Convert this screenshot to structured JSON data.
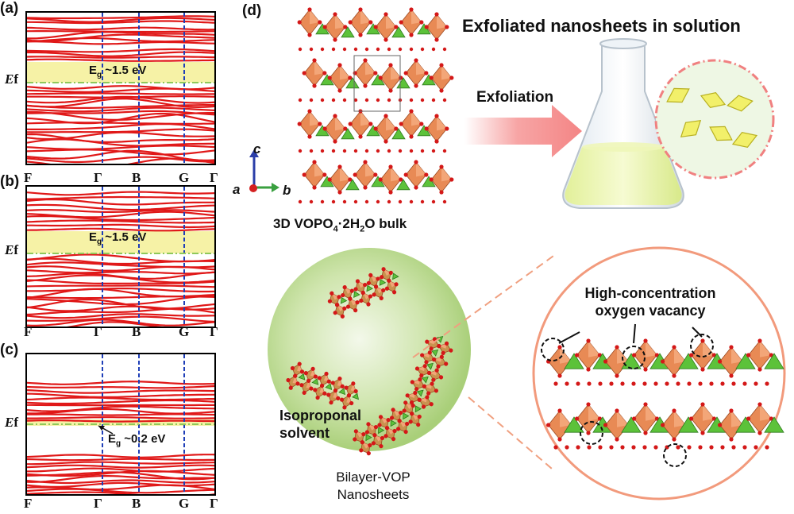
{
  "panels": {
    "a": {
      "label": "(a)",
      "gap_label": "E",
      "gap_sub": "g",
      "gap_value": " ~1.5 eV",
      "fermi_label": "E",
      "fermi_sub": "f"
    },
    "b": {
      "label": "(b)",
      "gap_label": "E",
      "gap_sub": "g",
      "gap_value": " ~1.5 eV",
      "fermi_label": "E",
      "fermi_sub": "f"
    },
    "c": {
      "label": "(c)",
      "gap_label": "E",
      "gap_sub": "g",
      "gap_value": " ~0.2 eV",
      "fermi_label": "E",
      "fermi_sub": "f"
    },
    "d": {
      "label": "(d)"
    }
  },
  "kpath": [
    "F",
    "Γ",
    "B",
    "G",
    "Γ"
  ],
  "colors": {
    "band_line": "#e01818",
    "gap_fill": "#f6f2a6",
    "kpath_line": "#1f3fb8",
    "fermi_line": "#8fc85a",
    "arrow_pink": "#f28b8b",
    "green_sphere": "#b8d98a",
    "orange_octa": "#e88a55",
    "green_tetra": "#5cc23a",
    "oxygen_red": "#d41818"
  },
  "axes": {
    "c": "c",
    "a": "a",
    "b": "b"
  },
  "bulk_caption": {
    "prefix": "3D VOPO",
    "sub1": "4",
    "middle": "·2H",
    "sub2": "2",
    "suffix": "O  bulk"
  },
  "title_exfoliated": "Exfoliated nanosheets in solution",
  "exfoliation_label": "Exfoliation",
  "solvent_label": "Isoproponal\nsolvent",
  "bilayer_label_1": "Bilayer-VOP",
  "bilayer_label_2": "Nanosheets",
  "vacancy_label_1": "High-concentration",
  "vacancy_label_2": "oxygen vacancy"
}
